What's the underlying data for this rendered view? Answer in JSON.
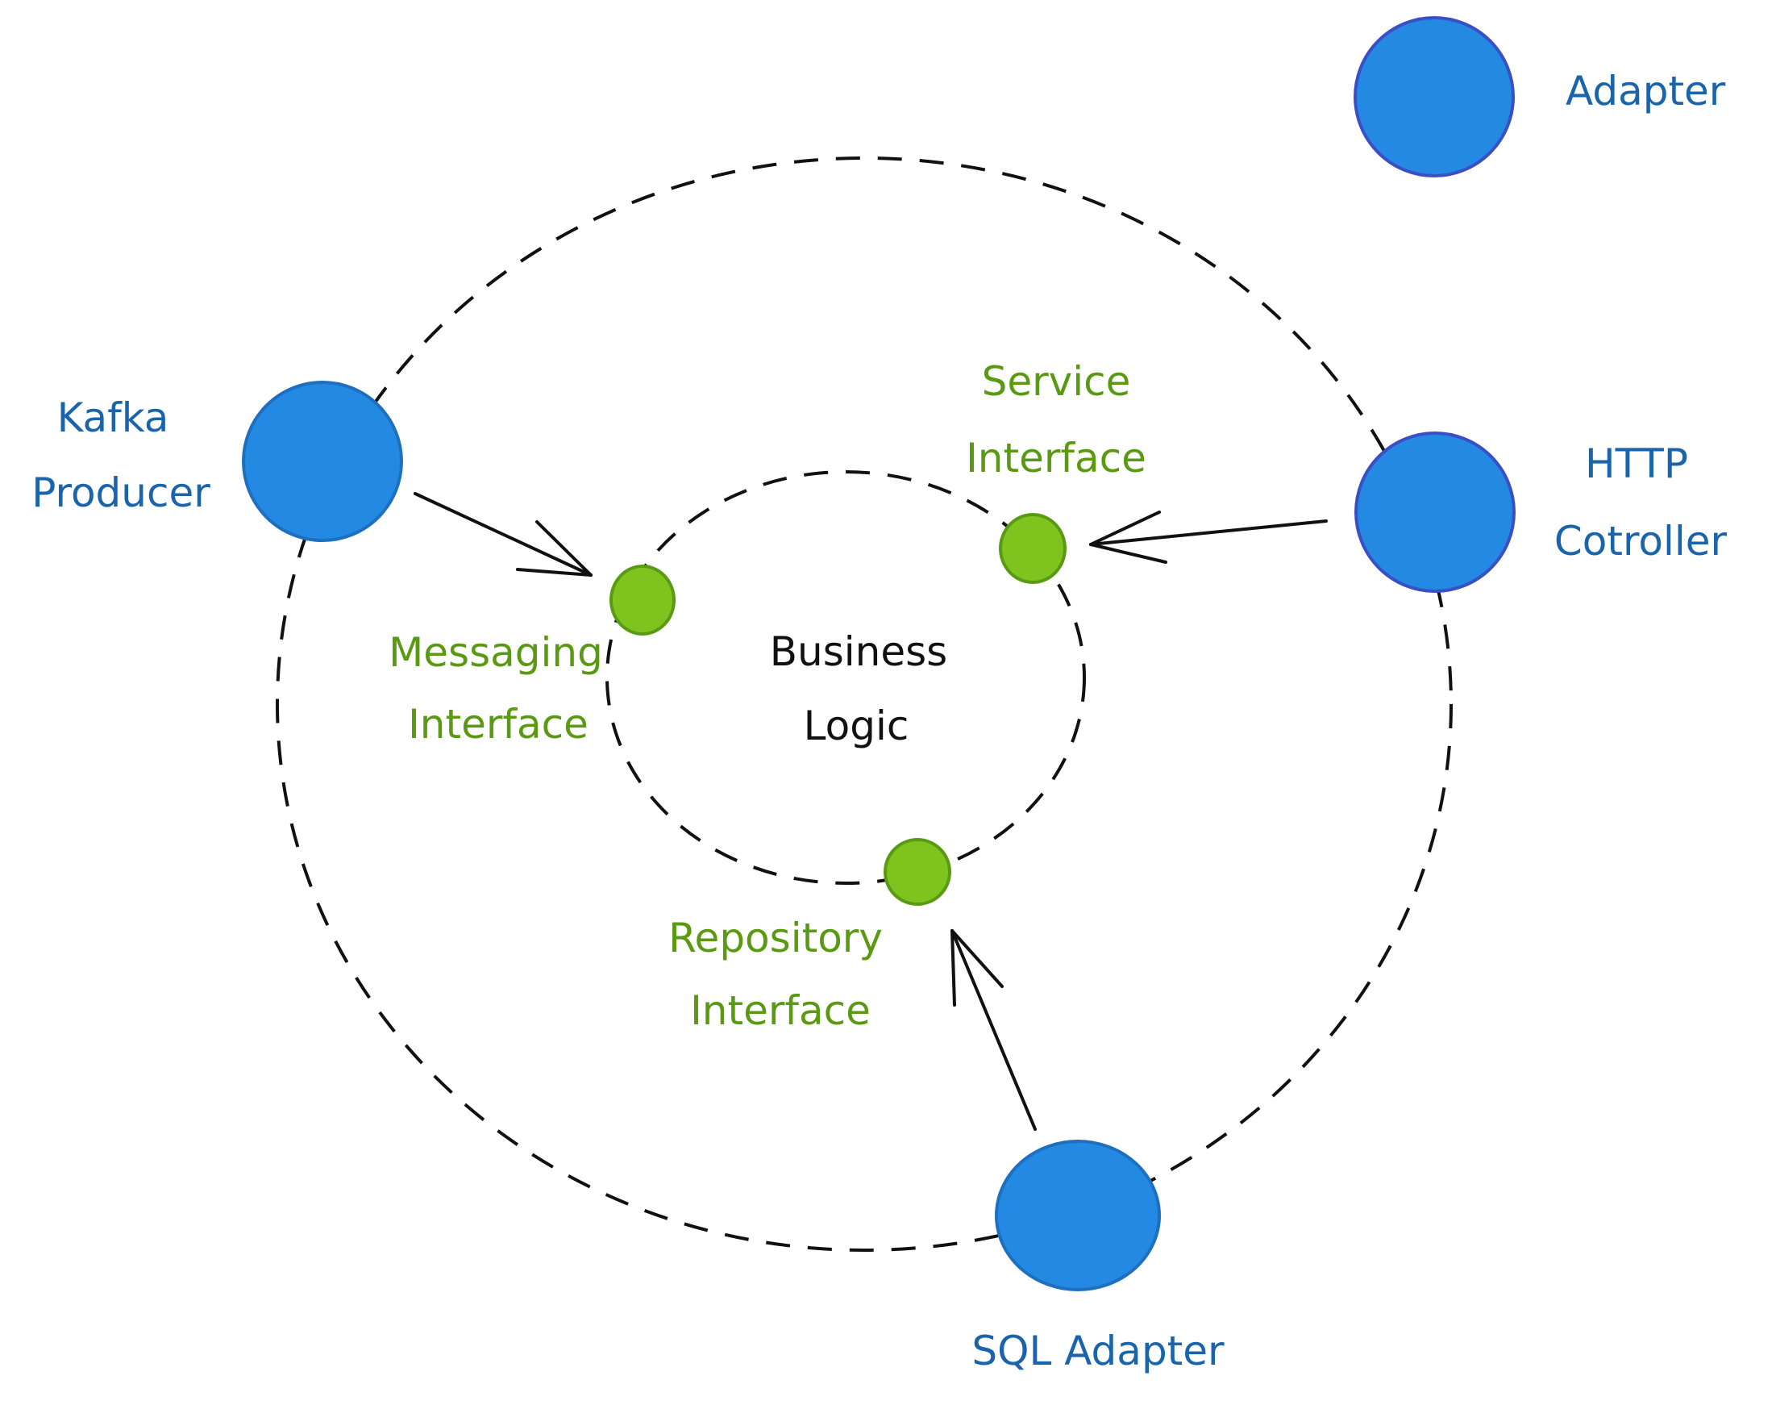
{
  "legend": {
    "label": "Adapter"
  },
  "center": {
    "line1": "Business",
    "line2": "Logic"
  },
  "adapters": [
    {
      "id": "kafka",
      "line1": "Kafka",
      "line2": "Producer"
    },
    {
      "id": "http",
      "line1": "HTTP",
      "line2": "Cotroller"
    },
    {
      "id": "sql",
      "line1": "SQL Adapter",
      "line2": ""
    }
  ],
  "ports": [
    {
      "id": "messaging",
      "line1": "Messaging",
      "line2": "Interface"
    },
    {
      "id": "service",
      "line1": "Service",
      "line2": "Interface"
    },
    {
      "id": "repository",
      "line1": "Repository",
      "line2": "Interface"
    }
  ],
  "colors": {
    "adapter_fill": "#2389e3",
    "adapter_stroke": "#3a4fc4",
    "port_fill": "#7fc31f",
    "port_stroke": "#5a9a12",
    "adapter_text": "#1a64ab",
    "port_text": "#5a9a12",
    "line": "#111111"
  }
}
